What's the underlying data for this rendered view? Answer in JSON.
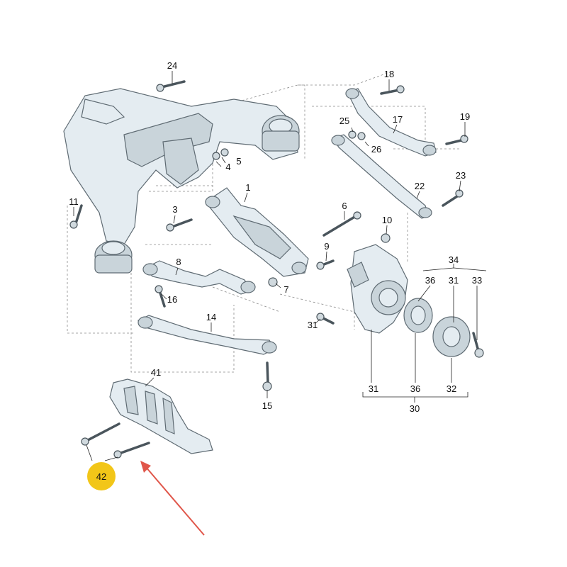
{
  "callouts": {
    "c1": "1",
    "c3": "3",
    "c4": "4",
    "c5": "5",
    "c6": "6",
    "c7": "7",
    "c8": "8",
    "c9": "9",
    "c10": "10",
    "c11": "11",
    "c14": "14",
    "c15": "15",
    "c16": "16",
    "c17": "17",
    "c18": "18",
    "c19": "19",
    "c22": "22",
    "c23": "23",
    "c24": "24",
    "c25": "25",
    "c26": "26",
    "c30": "30",
    "c31a": "31",
    "c31b": "31",
    "c31c": "31",
    "c32": "32",
    "c33": "33",
    "c34": "34",
    "c36a": "36",
    "c36b": "36",
    "c41": "41",
    "c42": "42"
  },
  "colors": {
    "highlight": "#f2c618",
    "arrow": "#e0564a",
    "parts": "#e4ecf1",
    "outline": "#5f6b73"
  }
}
